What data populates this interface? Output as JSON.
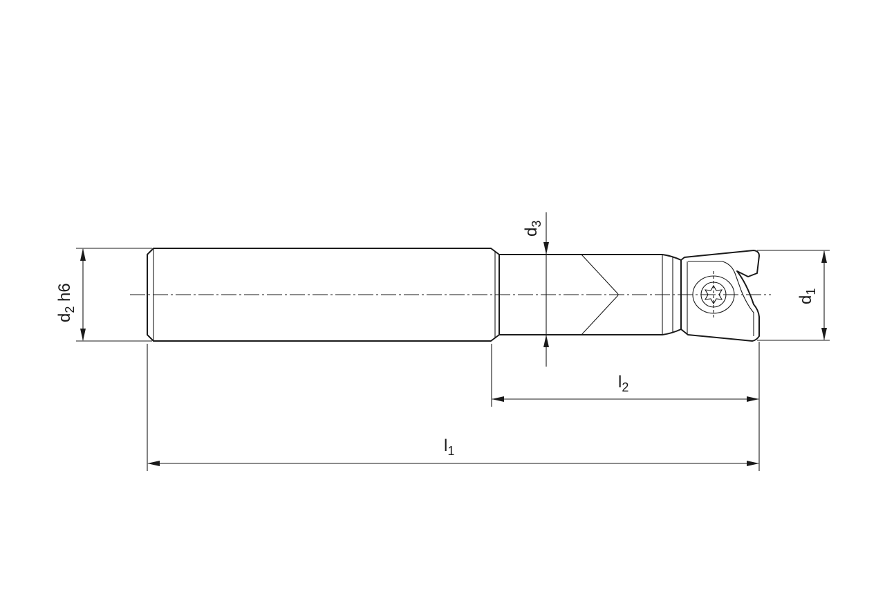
{
  "drawing": {
    "title": "Shank end mill with indexable insert",
    "dimensions": {
      "d2": {
        "main": "d",
        "sub": "2",
        "suffix": " h6"
      },
      "d1": {
        "main": "d",
        "sub": "1"
      },
      "d3": {
        "main": "d",
        "sub": "3"
      },
      "l2": {
        "main": "l",
        "sub": "2"
      },
      "l1": {
        "main": "l",
        "sub": "1"
      }
    }
  }
}
